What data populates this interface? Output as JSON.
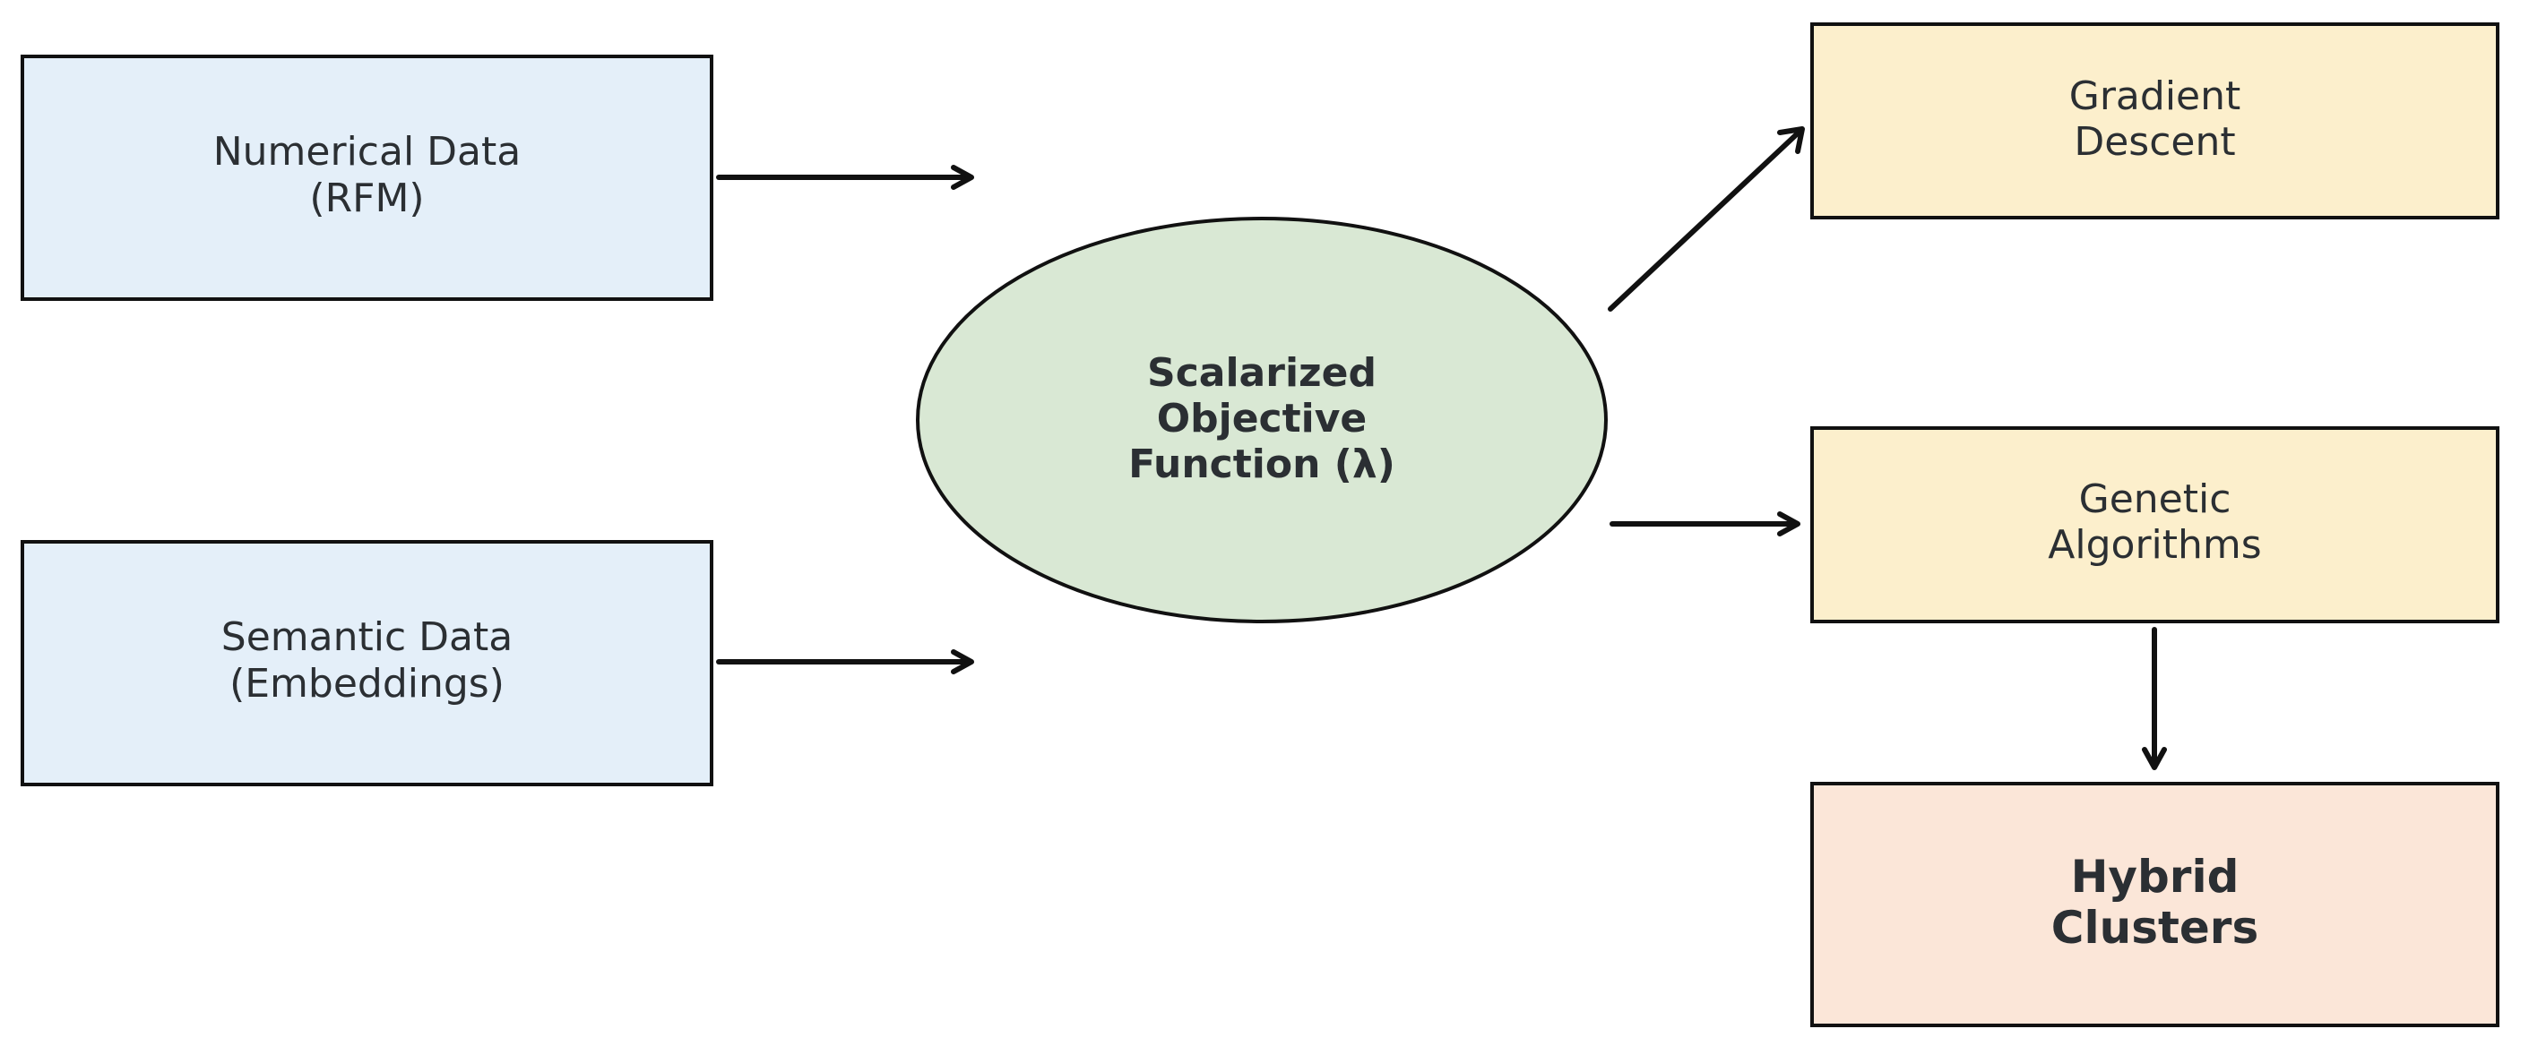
{
  "colors": {
    "input_fill": "#e4eff9",
    "objective_fill": "#d9e8d4",
    "optimizer_fill": "#fcefcc",
    "output_fill": "#fbe6d8",
    "stroke": "#111111",
    "text": "#2b2f33"
  },
  "nodes": {
    "numerical": {
      "line1": "Numerical Data",
      "line2": "(RFM)"
    },
    "semantic": {
      "line1": "Semantic Data",
      "line2": "(Embeddings)"
    },
    "objective": {
      "line1": "Scalarized",
      "line2": "Objective",
      "line3": "Function (λ)"
    },
    "gradient": {
      "line1": "Gradient",
      "line2": "Descent"
    },
    "genetic": {
      "line1": "Genetic",
      "line2": "Algorithms"
    },
    "hybrid": {
      "line1": "Hybrid",
      "line2": "Clusters"
    }
  }
}
